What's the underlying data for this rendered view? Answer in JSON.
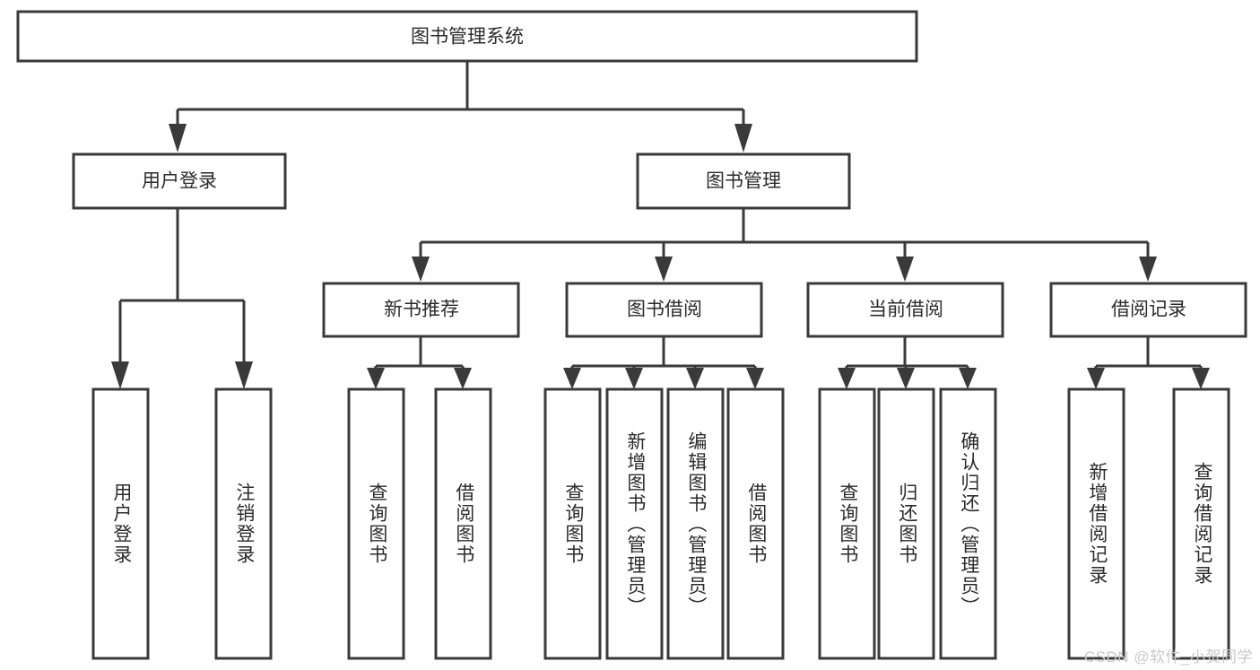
{
  "diagram": {
    "type": "tree-hierarchy",
    "title": "图书管理系统",
    "watermark": "CSDN @软件_小贺同学",
    "colors": {
      "stroke": "#3a3a3a",
      "fill": "#ffffff",
      "text": "#2b2b2b",
      "watermark": "#c9c9c9",
      "background": "#ffffff"
    },
    "root": {
      "label": "图书管理系统",
      "orientation": "horizontal"
    },
    "level1": [
      {
        "label": "用户登录",
        "orientation": "horizontal"
      },
      {
        "label": "图书管理",
        "orientation": "horizontal"
      }
    ],
    "level2": [
      {
        "label": "新书推荐",
        "orientation": "horizontal"
      },
      {
        "label": "图书借阅",
        "orientation": "horizontal"
      },
      {
        "label": "当前借阅",
        "orientation": "horizontal"
      },
      {
        "label": "借阅记录",
        "orientation": "horizontal"
      }
    ],
    "leaves": {
      "user_login": [
        {
          "label": "用户登录",
          "orientation": "vertical"
        },
        {
          "label": "注销登录",
          "orientation": "vertical"
        }
      ],
      "new_book_recommend": [
        {
          "label": "查询图书",
          "orientation": "vertical"
        },
        {
          "label": "借阅图书",
          "orientation": "vertical"
        }
      ],
      "book_borrow": [
        {
          "label": "查询图书",
          "orientation": "vertical"
        },
        {
          "label": "新增图书（管理员）",
          "orientation": "vertical"
        },
        {
          "label": "编辑图书（管理员）",
          "orientation": "vertical"
        },
        {
          "label": "借阅图书",
          "orientation": "vertical"
        }
      ],
      "current_borrow": [
        {
          "label": "查询图书",
          "orientation": "vertical"
        },
        {
          "label": "归还图书",
          "orientation": "vertical"
        },
        {
          "label": "确认归还（管理员）",
          "orientation": "vertical"
        }
      ],
      "borrow_record": [
        {
          "label": "新增借阅记录",
          "orientation": "vertical"
        },
        {
          "label": "查询借阅记录",
          "orientation": "vertical"
        }
      ]
    }
  }
}
